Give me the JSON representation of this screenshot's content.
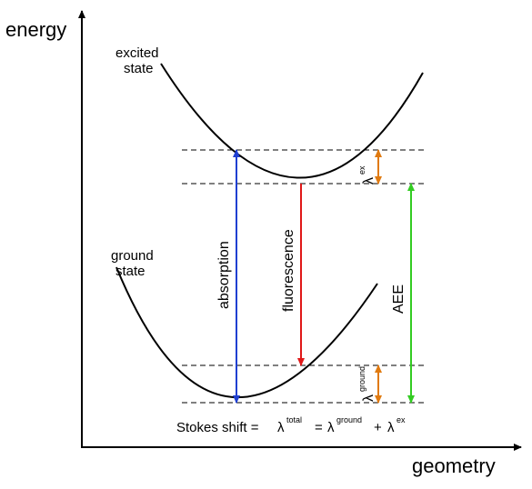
{
  "axes": {
    "y_label": "energy",
    "x_label": "geometry"
  },
  "states": {
    "excited_line1": "excited",
    "excited_line2": "state",
    "ground_line1": "ground",
    "ground_line2": "state"
  },
  "transitions": {
    "absorption": "absorption",
    "fluorescence": "fluorescence",
    "aee": "AEE"
  },
  "reorganization": {
    "lambda": "λ",
    "ex_sup": "ex",
    "ground_sup": "ground"
  },
  "stokes": {
    "prefix": "Stokes shift  =",
    "lambda": "λ",
    "total_sup": "total",
    "equals": "=",
    "ground_sup": "ground",
    "plus": "+",
    "ex_sup": "ex"
  },
  "colors": {
    "absorption": "#1f3fd1",
    "fluorescence": "#e01818",
    "aee": "#33cc22",
    "lambda_arrows": "#e07a10",
    "curves": "#000000"
  }
}
